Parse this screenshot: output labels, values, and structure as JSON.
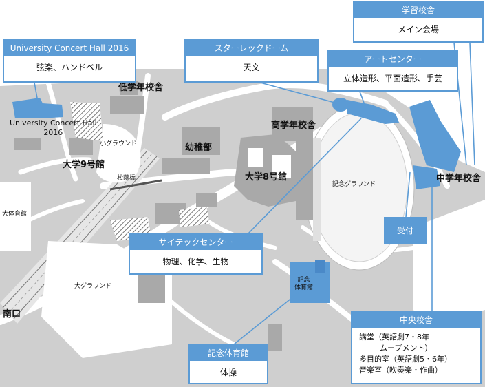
{
  "map_labels": {
    "hall_2016": [
      "University Concert Hall",
      "2016"
    ],
    "low_school": "低学年校舎",
    "small_ground": "小グラウンド",
    "univ9": "大学9号館",
    "kindergarten": "幼稚部",
    "bridge": "松蔭橋",
    "high_school": "高学年校舎",
    "univ8": "大学8号館",
    "memorial_ground": "記念グラウンド",
    "middle_school": "中学年校舎",
    "big_gym": "大体育館",
    "big_ground": "大グラウンド",
    "south_gate": "南口",
    "memorial_gym_map": [
      "記念",
      "体育館"
    ]
  },
  "callouts": {
    "learning": {
      "title": "学習校舎",
      "body": "メイン会場"
    },
    "concert": {
      "title": "University Concert Hall 2016",
      "body": "弦楽、ハンドベル"
    },
    "starlek": {
      "title": "スターレックドーム",
      "body": "天文"
    },
    "art": {
      "title": "アートセンター",
      "body": "立体造形、平面造形、手芸"
    },
    "scitech": {
      "title": "サイテックセンター",
      "body": "物理、化学、生物"
    },
    "reception": {
      "title": "受付"
    },
    "central": {
      "title": "中央校舎",
      "body": [
        "講堂（英語劇7・8年",
        "ムーブメント）",
        "多目的室（英語劇5・6年）",
        "音楽室（吹奏楽・作曲）"
      ]
    },
    "gym": {
      "title": "記念体育館",
      "body": "体操"
    }
  },
  "colors": {
    "accent": "#5b9bd5",
    "building": "#a9a9a9",
    "highlight": "#5b9bd5",
    "road": "#ffffff",
    "ground": "#d8d8d8"
  }
}
